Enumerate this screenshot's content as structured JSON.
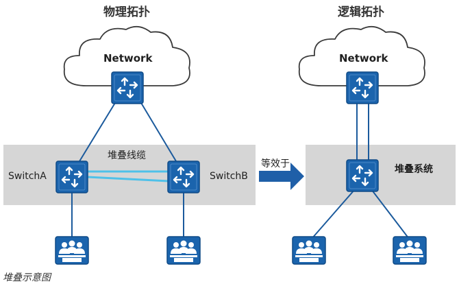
{
  "physical": {
    "title": "物理拓扑",
    "network_label": "Network",
    "stack_cable_label": "堆叠线缆",
    "switch_a_label": "SwitchA",
    "switch_b_label": "SwitchB"
  },
  "equivalence_label": "等效于",
  "logical": {
    "title": "逻辑拓扑",
    "network_label": "Network",
    "stack_system_label": "堆叠系统"
  },
  "caption": "堆叠示意图",
  "colors": {
    "device_blue": "#1b64ad",
    "device_border": "#0f4a86",
    "stack_band": "#d6d6d6",
    "stack_cable": "#4fc1e9",
    "arrow_blue": "#1f5fa8",
    "link_blue": "#1b5a9c"
  },
  "icons": {
    "router": "router-arrows-icon",
    "user_group": "user-group-icon",
    "cloud": "cloud-icon"
  }
}
